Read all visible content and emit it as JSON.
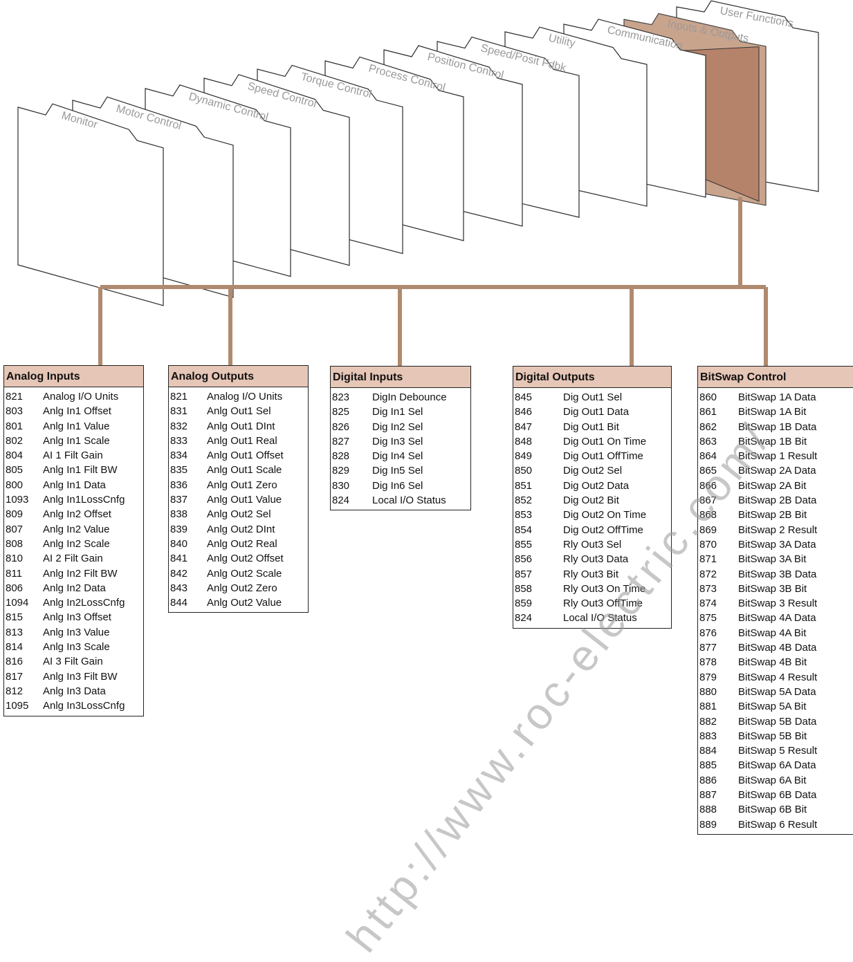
{
  "folders": [
    {
      "label": "Monitor"
    },
    {
      "label": "Motor Control"
    },
    {
      "label": "Dynamic Control"
    },
    {
      "label": "Speed Control"
    },
    {
      "label": "Torque Control"
    },
    {
      "label": "Process Control"
    },
    {
      "label": "Position Control"
    },
    {
      "label": "Speed/Posit Fdbk"
    },
    {
      "label": "Utility"
    },
    {
      "label": "Communication"
    },
    {
      "label": "Inputs & Outputs",
      "selected": true
    },
    {
      "label": "User Functions"
    }
  ],
  "colors": {
    "connector": "#b08a6e",
    "selected_folder": "#c9a48d",
    "selected_folder_inner": "#b5826a",
    "group_header": "#e6c6b6"
  },
  "groups": [
    {
      "title": "Analog Inputs",
      "rows": [
        {
          "num": "821",
          "name": "Analog I/O Units"
        },
        {
          "num": "803",
          "name": "Anlg In1 Offset"
        },
        {
          "num": "801",
          "name": "Anlg In1 Value"
        },
        {
          "num": "802",
          "name": "Anlg In1 Scale"
        },
        {
          "num": "804",
          "name": "AI 1 Filt Gain"
        },
        {
          "num": "805",
          "name": "Anlg In1 Filt BW"
        },
        {
          "num": "800",
          "name": "Anlg In1 Data"
        },
        {
          "num": "1093",
          "name": "Anlg In1LossCnfg"
        },
        {
          "num": "809",
          "name": "Anlg In2 Offset"
        },
        {
          "num": "807",
          "name": "Anlg In2 Value"
        },
        {
          "num": "808",
          "name": "Anlg In2 Scale"
        },
        {
          "num": "810",
          "name": "AI 2 Filt Gain"
        },
        {
          "num": "811",
          "name": "Anlg In2 Filt BW"
        },
        {
          "num": "806",
          "name": "Anlg In2 Data"
        },
        {
          "num": "1094",
          "name": "Anlg In2LossCnfg"
        },
        {
          "num": "815",
          "name": "Anlg In3 Offset"
        },
        {
          "num": "813",
          "name": "Anlg In3 Value"
        },
        {
          "num": "814",
          "name": "Anlg In3 Scale"
        },
        {
          "num": "816",
          "name": "AI 3 Filt Gain"
        },
        {
          "num": "817",
          "name": "Anlg In3 Filt BW"
        },
        {
          "num": "812",
          "name": "Anlg In3 Data"
        },
        {
          "num": "1095",
          "name": "Anlg In3LossCnfg"
        }
      ]
    },
    {
      "title": "Analog Outputs",
      "rows": [
        {
          "num": "821",
          "name": "Analog I/O Units"
        },
        {
          "num": "831",
          "name": "Anlg Out1 Sel"
        },
        {
          "num": "832",
          "name": "Anlg Out1 DInt"
        },
        {
          "num": "833",
          "name": "Anlg Out1 Real"
        },
        {
          "num": "834",
          "name": "Anlg Out1 Offset"
        },
        {
          "num": "835",
          "name": "Anlg Out1 Scale"
        },
        {
          "num": "836",
          "name": "Anlg Out1 Zero"
        },
        {
          "num": "837",
          "name": "Anlg Out1 Value"
        },
        {
          "num": "838",
          "name": "Anlg Out2 Sel"
        },
        {
          "num": "839",
          "name": "Anlg Out2 DInt"
        },
        {
          "num": "840",
          "name": "Anlg Out2 Real"
        },
        {
          "num": "841",
          "name": "Anlg Out2 Offset"
        },
        {
          "num": "842",
          "name": "Anlg Out2 Scale"
        },
        {
          "num": "843",
          "name": "Anlg Out2 Zero"
        },
        {
          "num": "844",
          "name": "Anlg Out2 Value"
        }
      ]
    },
    {
      "title": "Digital Inputs",
      "rows": [
        {
          "num": "823",
          "name": "DigIn Debounce"
        },
        {
          "num": "825",
          "name": "Dig In1 Sel"
        },
        {
          "num": "826",
          "name": "Dig In2 Sel"
        },
        {
          "num": "827",
          "name": "Dig In3 Sel"
        },
        {
          "num": "828",
          "name": "Dig In4 Sel"
        },
        {
          "num": "829",
          "name": "Dig In5 Sel"
        },
        {
          "num": "830",
          "name": "Dig In6 Sel"
        },
        {
          "num": "824",
          "name": "Local I/O Status"
        }
      ]
    },
    {
      "title": "Digital Outputs",
      "rows": [
        {
          "num": "845",
          "name": "Dig Out1 Sel"
        },
        {
          "num": "846",
          "name": "Dig Out1 Data"
        },
        {
          "num": "847",
          "name": "Dig Out1 Bit"
        },
        {
          "num": "848",
          "name": "Dig Out1 On Time"
        },
        {
          "num": "849",
          "name": "Dig Out1 OffTime"
        },
        {
          "num": "850",
          "name": "Dig Out2 Sel"
        },
        {
          "num": "851",
          "name": "Dig Out2 Data"
        },
        {
          "num": "852",
          "name": "Dig Out2 Bit"
        },
        {
          "num": "853",
          "name": "Dig Out2 On Time"
        },
        {
          "num": "854",
          "name": "Dig Out2 OffTime"
        },
        {
          "num": "855",
          "name": "Rly Out3 Sel"
        },
        {
          "num": "856",
          "name": "Rly Out3 Data"
        },
        {
          "num": "857",
          "name": "Rly Out3 Bit"
        },
        {
          "num": "858",
          "name": "Rly Out3 On Time"
        },
        {
          "num": "859",
          "name": "Rly Out3 OffTime"
        },
        {
          "num": "824",
          "name": "Local I/O Status"
        }
      ]
    },
    {
      "title": "BitSwap Control",
      "rows": [
        {
          "num": "860",
          "name": "BitSwap 1A Data"
        },
        {
          "num": "861",
          "name": "BitSwap 1A Bit"
        },
        {
          "num": "862",
          "name": "BitSwap 1B Data"
        },
        {
          "num": "863",
          "name": "BitSwap 1B Bit"
        },
        {
          "num": "864",
          "name": "BitSwap 1 Result"
        },
        {
          "num": "865",
          "name": "BitSwap 2A Data"
        },
        {
          "num": "866",
          "name": "BitSwap 2A Bit"
        },
        {
          "num": "867",
          "name": "BitSwap 2B Data"
        },
        {
          "num": "868",
          "name": "BitSwap 2B Bit"
        },
        {
          "num": "869",
          "name": "BitSwap 2 Result"
        },
        {
          "num": "870",
          "name": "BitSwap 3A Data"
        },
        {
          "num": "871",
          "name": "BitSwap 3A Bit"
        },
        {
          "num": "872",
          "name": "BitSwap 3B Data"
        },
        {
          "num": "873",
          "name": "BitSwap 3B Bit"
        },
        {
          "num": "874",
          "name": "BitSwap 3 Result"
        },
        {
          "num": "875",
          "name": "BitSwap 4A Data"
        },
        {
          "num": "876",
          "name": "BitSwap 4A Bit"
        },
        {
          "num": "877",
          "name": "BitSwap 4B Data"
        },
        {
          "num": "878",
          "name": "BitSwap 4B Bit"
        },
        {
          "num": "879",
          "name": "BitSwap 4 Result"
        },
        {
          "num": "880",
          "name": "BitSwap 5A Data"
        },
        {
          "num": "881",
          "name": "BitSwap 5A Bit"
        },
        {
          "num": "882",
          "name": "BitSwap 5B Data"
        },
        {
          "num": "883",
          "name": "BitSwap 5B Bit"
        },
        {
          "num": "884",
          "name": "BitSwap 5 Result"
        },
        {
          "num": "885",
          "name": "BitSwap 6A Data"
        },
        {
          "num": "886",
          "name": "BitSwap 6A Bit"
        },
        {
          "num": "887",
          "name": "BitSwap 6B Data"
        },
        {
          "num": "888",
          "name": "BitSwap 6B Bit"
        },
        {
          "num": "889",
          "name": "BitSwap 6 Result"
        }
      ]
    }
  ],
  "watermark": "http://www.roc-electric.com/"
}
